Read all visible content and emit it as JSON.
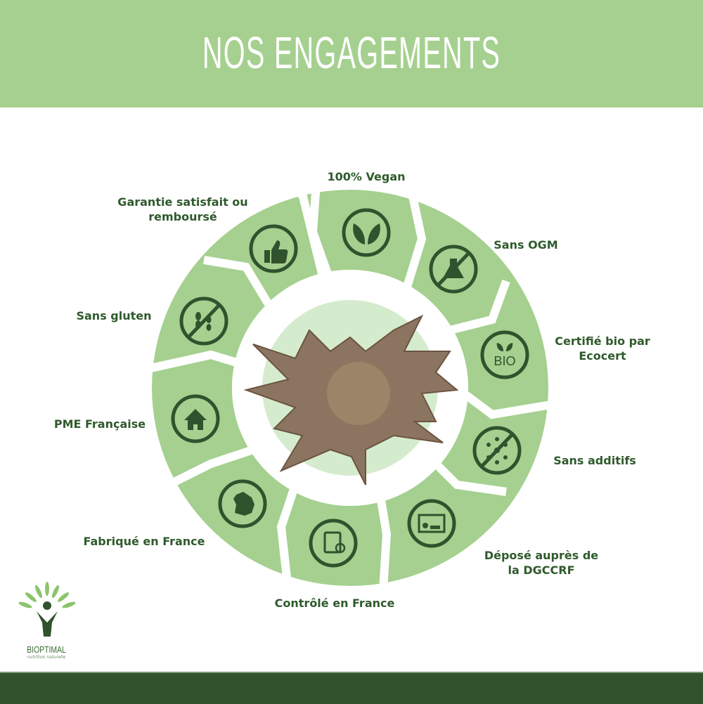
{
  "header": {
    "title": "NOS ENGAGEMENTS",
    "background": "#a5d08f"
  },
  "colors": {
    "segment": "#a5d08f",
    "icon": "#30522d",
    "text": "#2f5a2c",
    "inner_circle": "#d5ebcd",
    "footer": "#30522d"
  },
  "engagements": [
    {
      "label": "100% Vegan",
      "icon": "leaves-icon"
    },
    {
      "label": "Sans OGM",
      "icon": "no-flask-icon"
    },
    {
      "label": "Certifié bio par",
      "label2": "Ecocert",
      "icon": "bio-icon"
    },
    {
      "label": "Sans additifs",
      "icon": "no-molecule-icon"
    },
    {
      "label": "Déposé auprès de",
      "label2": "la DGCCRF",
      "icon": "certificate-icon"
    },
    {
      "label": "Contrôlé en France",
      "icon": "clipboard-check-icon"
    },
    {
      "label": "Fabriqué en France",
      "icon": "france-map-icon"
    },
    {
      "label": "PME Française",
      "icon": "house-icon"
    },
    {
      "label": "Sans gluten",
      "icon": "no-wheat-icon"
    },
    {
      "label": "Garantie satisfait ou",
      "label2": "remboursé",
      "icon": "thumbs-up-icon"
    }
  ],
  "center": {
    "image": "root-plant-photo"
  },
  "logo": {
    "name": "BIOPTIMAL",
    "tagline": "nutrition naturelle"
  }
}
